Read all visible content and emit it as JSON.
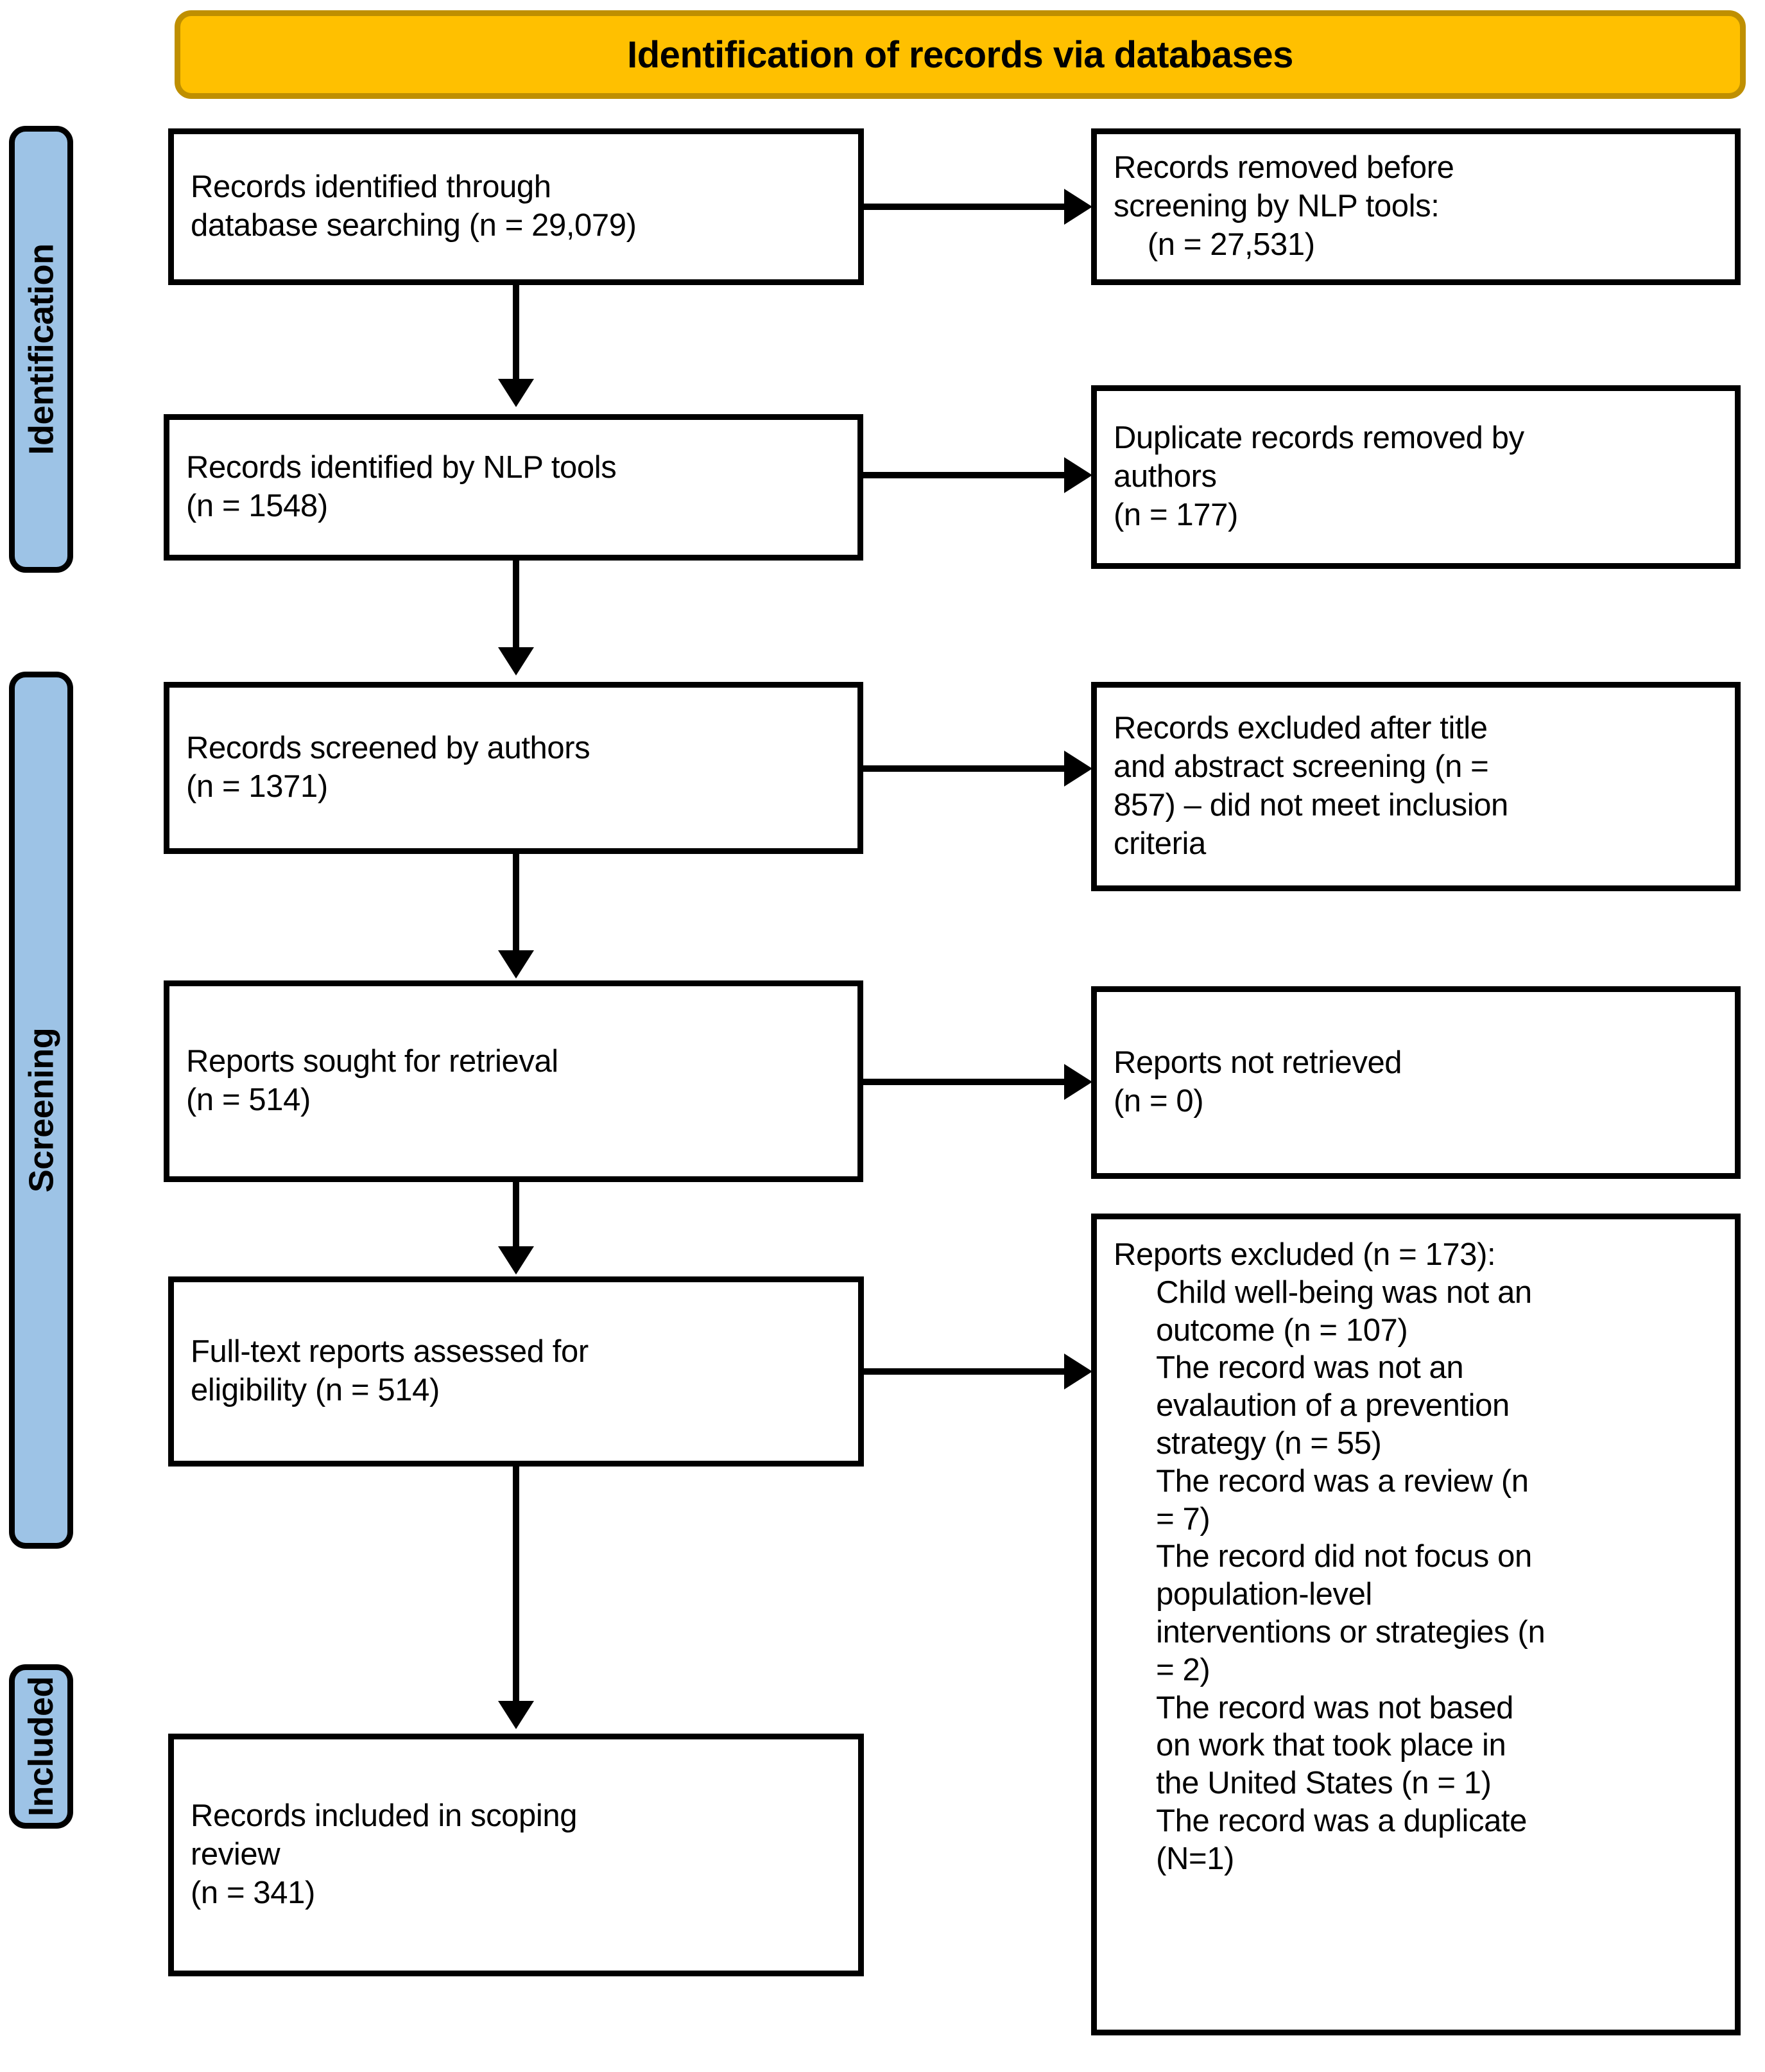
{
  "banner": {
    "title": "Identification of records via databases",
    "fill_color": "#FFC000",
    "border_color": "#BF8F00"
  },
  "stages": {
    "fill_color": "#9DC3E6",
    "identification": "Identification",
    "screening": "Screening",
    "included": "Included"
  },
  "flow": {
    "identified_db": "Records identified through\ndatabase searching (n = 29,079)",
    "removed_nlp": "Records removed before\nscreening by NLP tools:\n    (n = 27,531)",
    "nlp_tools": "Records identified by NLP tools\n(n = 1548)",
    "duplicates_removed": "Duplicate records removed by\nauthors\n(n = 177)",
    "screened": "Records screened by authors\n(n = 1371)",
    "excluded_title_abstract": "Records excluded after title\nand abstract screening (n =\n857) – did not meet inclusion\ncriteria",
    "sought_retrieval": "Reports sought for retrieval\n(n = 514)",
    "not_retrieved": "Reports not retrieved\n(n = 0)",
    "fulltext_assessed": "Full-text reports assessed for\neligibility (n = 514)",
    "reports_excluded": "Reports excluded (n = 173):\n     Child well-being was not an\n     outcome (n = 107)\n     The record was not an\n     evalaution of a prevention\n     strategy (n = 55)\n     The record was a review (n\n     = 7)\n     The record did not focus on\n     population-level\n     interventions or strategies (n\n     = 2)\n     The record was not based\n     on work that took place in\n     the United States (n = 1)\n     The record was a duplicate\n     (N=1)",
    "included_scoping": "Records included in scoping\nreview\n(n = 341)"
  }
}
